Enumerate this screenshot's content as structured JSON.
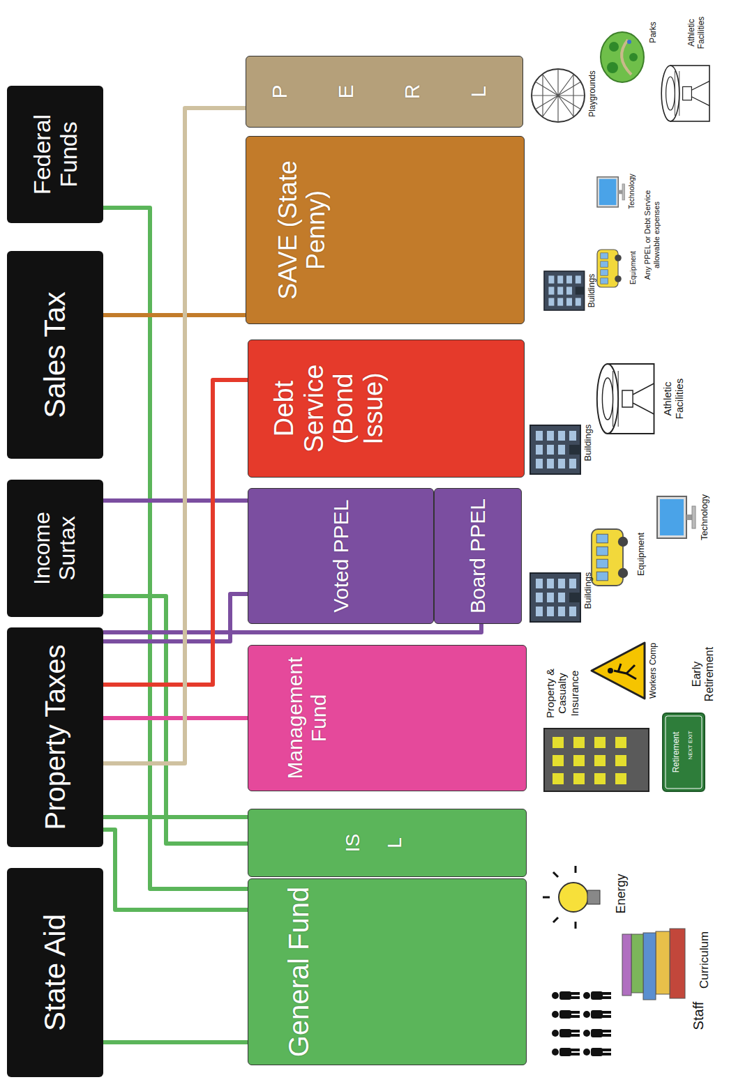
{
  "diagram": {
    "nodes": [
      {
        "text": [
          "State Aid"
        ]
      },
      {
        "text": [
          "Property Taxes"
        ]
      },
      {
        "text": [
          "Income Surtax"
        ]
      },
      {
        "text": [
          "Sales Tax"
        ]
      },
      {
        "text": [
          "Federal Funds"
        ]
      },
      {
        "text": [
          "General Fund"
        ]
      },
      {
        "text": [
          "ISL"
        ]
      },
      {
        "text": [
          "Management Fund"
        ]
      },
      {
        "text": [
          "Voted PPEL"
        ]
      },
      {
        "text": [
          "Board PPEL"
        ]
      },
      {
        "text": [
          "Debt Service (Bond Issue)"
        ]
      },
      {
        "text": [
          "SAVE (State Penny)"
        ]
      },
      {
        "text": [
          "PERL"
        ]
      }
    ],
    "edges": [
      {
        "from": 0,
        "to": 5,
        "arrow": "none"
      },
      {
        "from": 1,
        "to": 5,
        "arrow": "none"
      },
      {
        "from": 1,
        "to": 6,
        "arrow": "none"
      },
      {
        "from": 2,
        "to": 6,
        "arrow": "none"
      },
      {
        "from": 4,
        "to": 5,
        "arrow": "none"
      },
      {
        "from": 1,
        "to": 7,
        "arrow": "none"
      },
      {
        "from": 1,
        "to": 8,
        "arrow": "none"
      },
      {
        "from": 1,
        "to": 9,
        "arrow": "none"
      },
      {
        "from": 2,
        "to": 8,
        "arrow": "none"
      },
      {
        "from": 1,
        "to": 10,
        "arrow": "none"
      },
      {
        "from": 3,
        "to": 11,
        "arrow": "none"
      },
      {
        "from": 1,
        "to": 12,
        "arrow": "none"
      }
    ],
    "labels": [
      "Staff",
      "Curriculum",
      "Energy",
      "Property & Casualty Insurance",
      "Workers Comp",
      "Retirement",
      "NEXT EXIT",
      "Early Retirement",
      "Buildings",
      "Equipment",
      "Technology",
      "Buildings",
      "Athletic Facilities",
      "Buildings",
      "Equipment",
      "Technology",
      "Any PPEL or Debt Service allowable expenses",
      "Playgrounds",
      "Parks",
      "Athletic Facilities"
    ]
  }
}
